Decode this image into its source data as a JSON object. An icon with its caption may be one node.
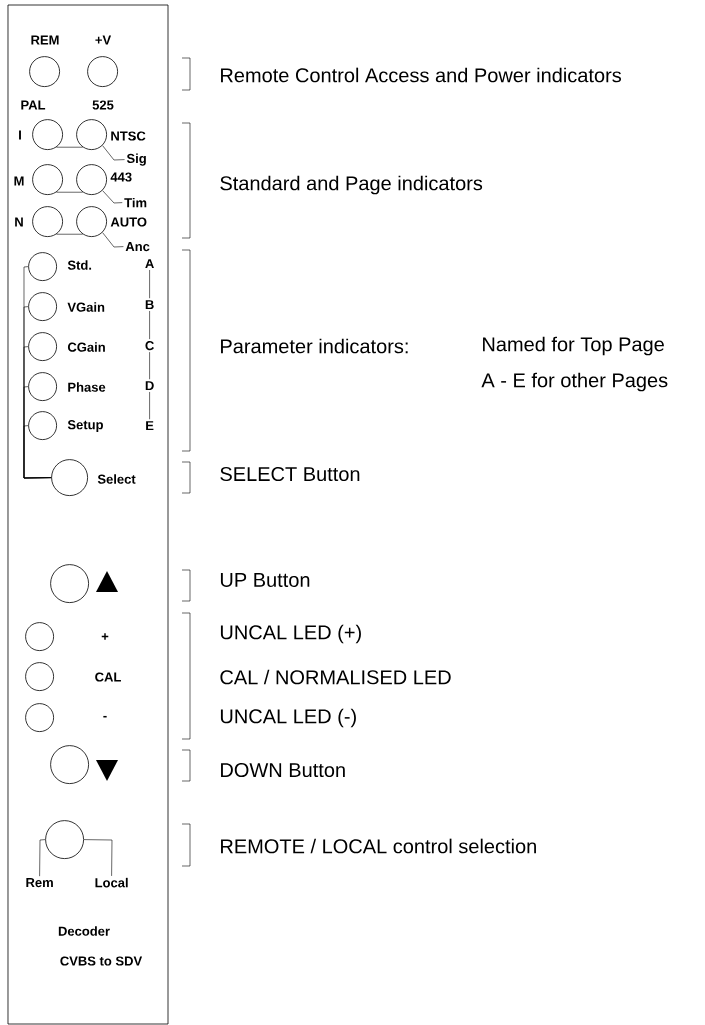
{
  "diagram": {
    "nodes": [
      {
        "text": [],
        "shape": "box"
      },
      {
        "text": [],
        "shape": "circle",
        "beside": [
          "REM"
        ],
        "in": 0
      },
      {
        "text": [],
        "shape": "circle",
        "beside": [
          "+V"
        ],
        "in": 0
      },
      {
        "text": [],
        "shape": "circle",
        "beside": [
          "I"
        ],
        "in": 0
      },
      {
        "text": [],
        "shape": "circle",
        "beside": [
          "NTSC"
        ],
        "in": 0
      },
      {
        "text": [
          "Sig"
        ],
        "in": 0
      },
      {
        "text": [],
        "shape": "circle",
        "beside": [
          "M"
        ],
        "in": 0
      },
      {
        "text": [],
        "shape": "circle",
        "beside": [
          "443"
        ],
        "in": 0
      },
      {
        "text": [
          "Tim"
        ],
        "in": 0
      },
      {
        "text": [],
        "shape": "circle",
        "beside": [
          "N"
        ],
        "in": 0
      },
      {
        "text": [],
        "shape": "circle",
        "beside": [
          "AUTO"
        ],
        "in": 0
      },
      {
        "text": [
          "Anc"
        ],
        "in": 0
      },
      {
        "text": [],
        "shape": "circle",
        "beside": [
          "Std."
        ],
        "in": 0
      },
      {
        "text": [
          "A"
        ],
        "in": 0
      },
      {
        "text": [],
        "shape": "circle",
        "beside": [
          "VGain"
        ],
        "in": 0
      },
      {
        "text": [
          "B"
        ],
        "in": 0
      },
      {
        "text": [],
        "shape": "circle",
        "beside": [
          "CGain"
        ],
        "in": 0
      },
      {
        "text": [
          "C"
        ],
        "in": 0
      },
      {
        "text": [],
        "shape": "circle",
        "beside": [
          "Phase"
        ],
        "in": 0
      },
      {
        "text": [
          "D"
        ],
        "in": 0
      },
      {
        "text": [],
        "shape": "circle",
        "beside": [
          "Setup"
        ],
        "in": 0
      },
      {
        "text": [
          "E"
        ],
        "in": 0
      },
      {
        "text": [],
        "shape": "circle",
        "beside": [
          "Select"
        ],
        "in": 0
      },
      {
        "text": [],
        "shape": "circle",
        "in": 0
      },
      {
        "text": [],
        "shape": "circle",
        "beside": [
          "+"
        ],
        "in": 0
      },
      {
        "text": [],
        "shape": "circle",
        "beside": [
          "CAL"
        ],
        "in": 0
      },
      {
        "text": [],
        "shape": "circle",
        "beside": [
          "-"
        ],
        "in": 0
      },
      {
        "text": [],
        "shape": "circle",
        "in": 0
      },
      {
        "text": [],
        "shape": "circle",
        "in": 0
      },
      {
        "text": [
          "Rem"
        ],
        "in": 0
      },
      {
        "text": [
          "Local"
        ],
        "in": 0
      }
    ],
    "edges": [
      {
        "from": 3,
        "to": 4,
        "arrow": "none"
      },
      {
        "from": 4,
        "to": 5,
        "arrow": "none"
      },
      {
        "from": 6,
        "to": 7,
        "arrow": "none"
      },
      {
        "from": 7,
        "to": 8,
        "arrow": "none"
      },
      {
        "from": 9,
        "to": 10,
        "arrow": "none"
      },
      {
        "from": 10,
        "to": 11,
        "arrow": "none"
      },
      {
        "from": 13,
        "to": 15,
        "arrow": "none"
      },
      {
        "from": 15,
        "to": 17,
        "arrow": "none"
      },
      {
        "from": 17,
        "to": 19,
        "arrow": "none"
      },
      {
        "from": 19,
        "to": 21,
        "arrow": "none"
      },
      {
        "from": 12,
        "to": 22,
        "arrow": "none"
      },
      {
        "from": 14,
        "to": 22,
        "arrow": "none"
      },
      {
        "from": 16,
        "to": 22,
        "arrow": "none"
      },
      {
        "from": 18,
        "to": 22,
        "arrow": "none"
      },
      {
        "from": 20,
        "to": 22,
        "arrow": "none"
      },
      {
        "from": 28,
        "to": 29,
        "arrow": "none"
      },
      {
        "from": 28,
        "to": 30,
        "arrow": "none"
      }
    ],
    "labels": [
      "PAL",
      "525",
      "Remote Control Access and Power indicators",
      "Standard and Page indicators",
      "Parameter indicators:",
      "Named for Top Page",
      "A - E for other Pages",
      "SELECT Button",
      "UP Button",
      "UNCAL LED (+)",
      "CAL / NORMALISED LED",
      "UNCAL LED (-)",
      "DOWN Button",
      "REMOTE / LOCAL control selection",
      "Decoder",
      "CVBS to SDV"
    ]
  }
}
